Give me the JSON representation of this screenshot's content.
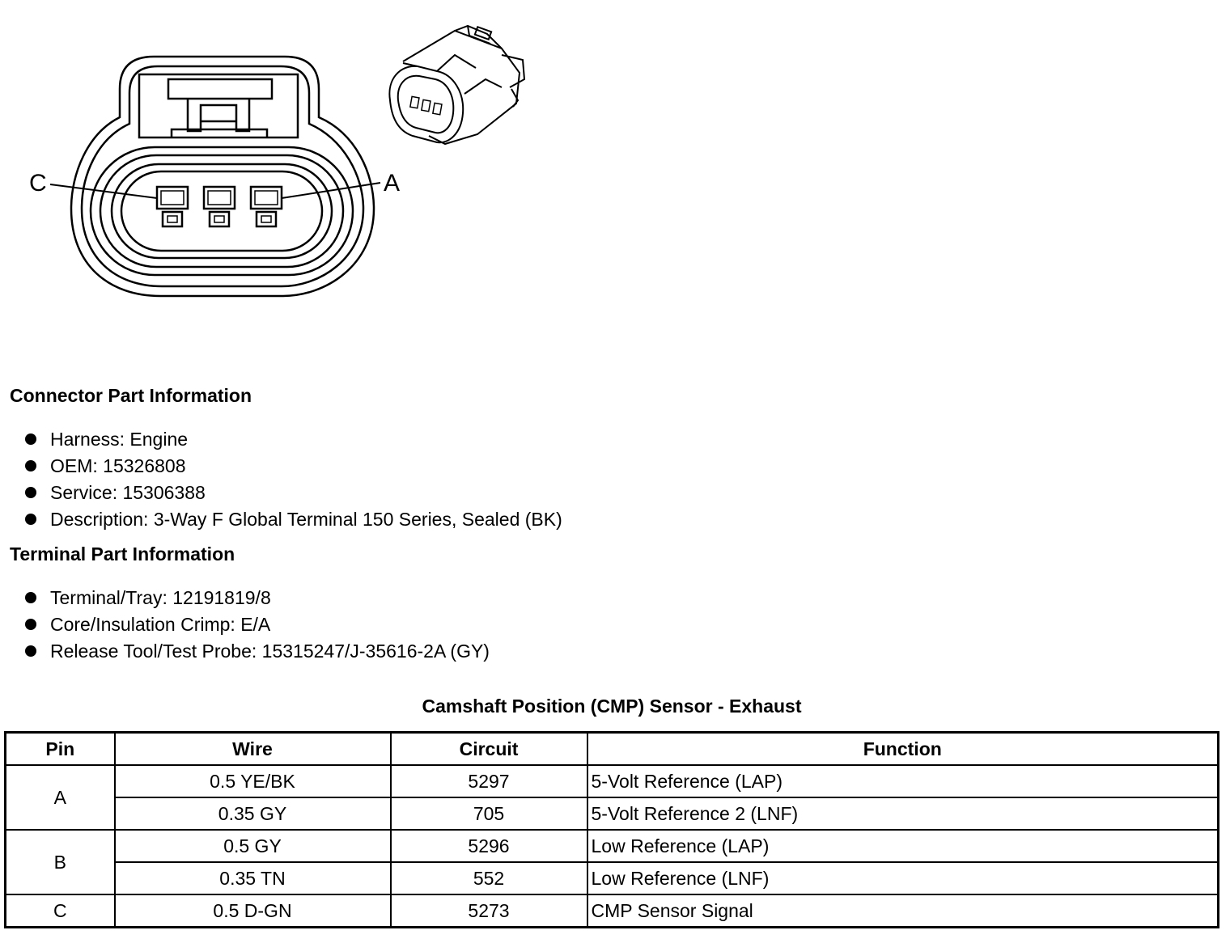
{
  "diagram": {
    "label_left": "C",
    "label_right": "A"
  },
  "connector_info": {
    "heading": "Connector Part Information",
    "items": [
      "Harness: Engine",
      "OEM: 15326808",
      "Service: 15306388",
      "Description: 3-Way F Global Terminal 150 Series, Sealed (BK)"
    ]
  },
  "terminal_info": {
    "heading": "Terminal Part Information",
    "items": [
      "Terminal/Tray: 12191819/8",
      "Core/Insulation Crimp: E/A",
      "Release Tool/Test Probe: 15315247/J-35616-2A (GY)"
    ]
  },
  "table": {
    "title": "Camshaft Position (CMP) Sensor - Exhaust",
    "headers": [
      "Pin",
      "Wire",
      "Circuit",
      "Function"
    ],
    "rows": [
      {
        "pin": "A",
        "wire": "0.5 YE/BK",
        "circuit": "5297",
        "function": "5-Volt Reference (LAP)"
      },
      {
        "pin": "",
        "wire": "0.35 GY",
        "circuit": "705",
        "function": "5-Volt Reference 2 (LNF)"
      },
      {
        "pin": "B",
        "wire": "0.5 GY",
        "circuit": "5296",
        "function": "Low Reference (LAP)"
      },
      {
        "pin": "",
        "wire": "0.35 TN",
        "circuit": "552",
        "function": "Low Reference (LNF)"
      },
      {
        "pin": "C",
        "wire": "0.5 D-GN",
        "circuit": "5273",
        "function": "CMP Sensor Signal"
      }
    ]
  }
}
